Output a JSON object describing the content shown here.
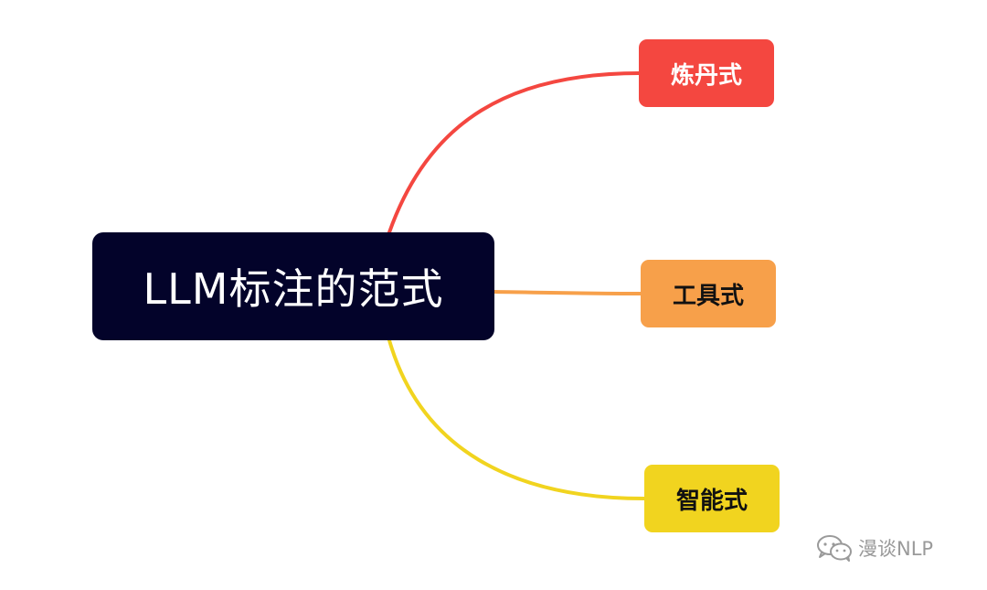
{
  "mindmap": {
    "central": {
      "label": "LLM标注的范式",
      "bg_color": "#03032a",
      "text_color": "#ffffff"
    },
    "branches": [
      {
        "label": "炼丹式",
        "color": "#f44740",
        "text_color": "#ffffff"
      },
      {
        "label": "工具式",
        "color": "#f7a04a",
        "text_color": "#111111"
      },
      {
        "label": "智能式",
        "color": "#f1d41f",
        "text_color": "#111111"
      }
    ]
  },
  "watermark": {
    "icon": "wechat-icon",
    "text": "漫谈NLP",
    "color": "#9a9a9a"
  }
}
